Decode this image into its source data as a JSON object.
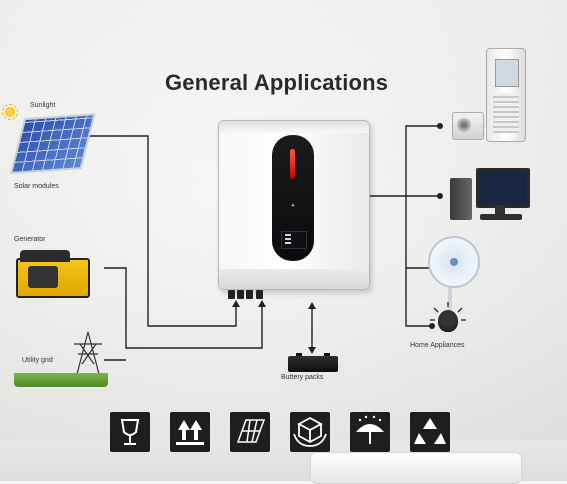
{
  "title": "General Applications",
  "labels": {
    "sunlight": "Sunlight",
    "solar_modules": "Solar modules",
    "generator": "Generator",
    "utility_grid": "Utility grid",
    "battery_packs": "Buttery packs",
    "home_appliances": "Home Appliances"
  },
  "colors": {
    "title": "#2a2a2a",
    "wire": "#222222",
    "icon_bg": "#1e1e1e",
    "led": "#e01a0a"
  },
  "handling_icons": [
    "fragile-glass-icon",
    "this-way-up-icon",
    "solar-panel-icon",
    "handle-with-care-icon",
    "keep-dry-icon",
    "recycle-icon"
  ]
}
